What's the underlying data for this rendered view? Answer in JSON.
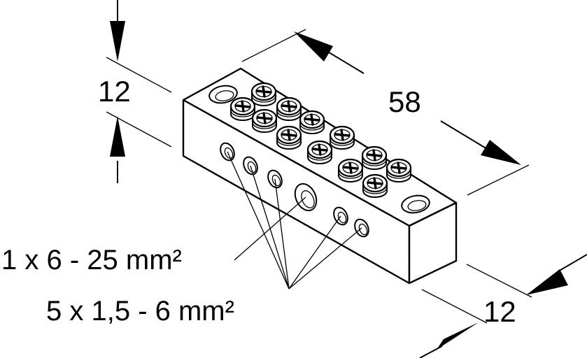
{
  "dimensions": {
    "length": "58",
    "height": "12",
    "width": "12"
  },
  "labels": {
    "large_hole": "1 x 6 - 25 mm²",
    "small_holes": "5 x 1,5 - 6 mm²"
  },
  "counts": {
    "screws": 12,
    "small_holes": 5,
    "large_holes": 1
  }
}
